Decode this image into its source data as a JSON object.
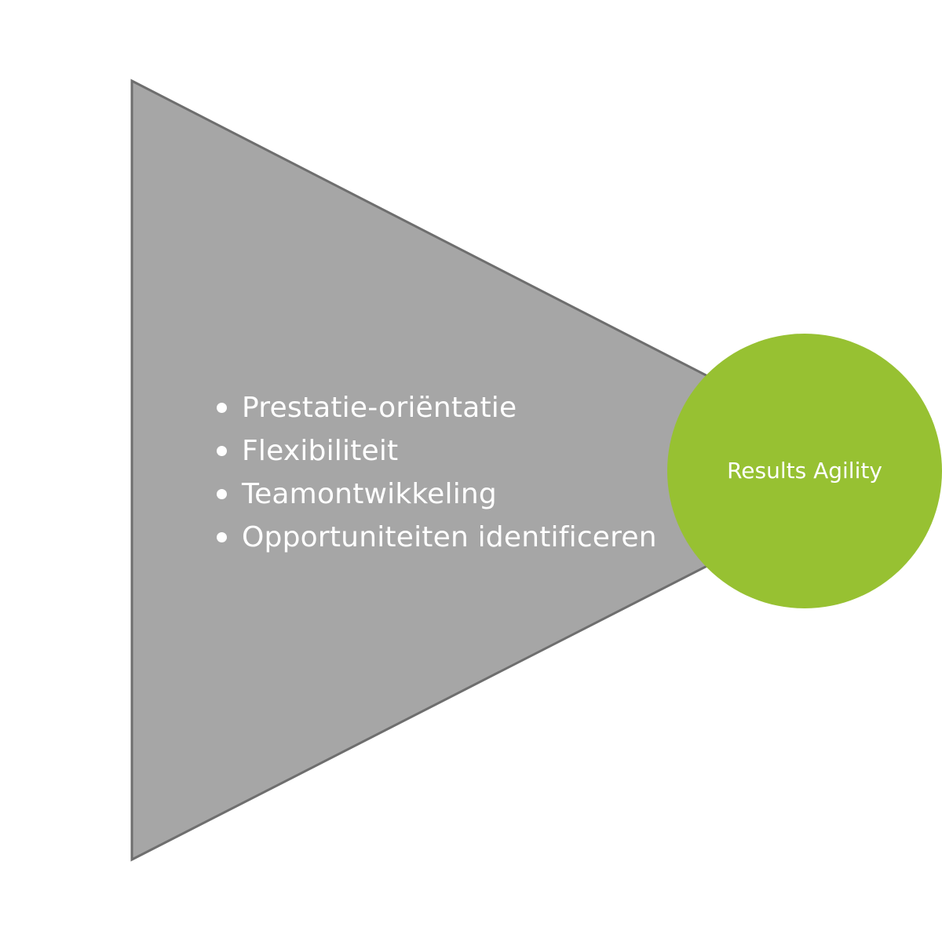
{
  "diagram": {
    "funnel": {
      "fill_color": "#a6a6a6",
      "stroke_color": "#6e6e6e",
      "items": [
        "Prestatie-oriëntatie",
        "Flexibiliteit",
        "Teamontwikkeling",
        "Opportuniteiten identificeren"
      ]
    },
    "result": {
      "label": "Results Agility",
      "fill_color": "#97c132"
    }
  }
}
